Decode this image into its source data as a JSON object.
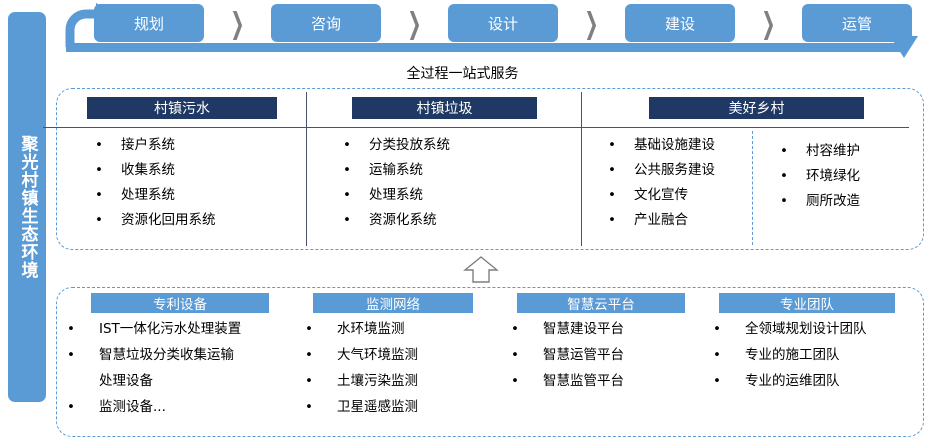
{
  "left_banner": {
    "text": "聚光村镇生态环境"
  },
  "flow": {
    "steps": [
      {
        "label": "规划"
      },
      {
        "label": "咨询"
      },
      {
        "label": "设计"
      },
      {
        "label": "建设"
      },
      {
        "label": "运管"
      }
    ],
    "separator": "❯",
    "loop_icon": "circular-loop-arrow",
    "subtitle": "全过程一站式服务"
  },
  "middle_panel": {
    "columns": [
      {
        "header": "村镇污水",
        "items": [
          "接户系统",
          "收集系统",
          "处理系统",
          "资源化回用系统"
        ]
      },
      {
        "header": "村镇垃圾",
        "items": [
          "分类投放系统",
          "运输系统",
          "处理系统",
          "资源化系统"
        ]
      },
      {
        "header": "美好乡村",
        "items": [
          "基础设施建设",
          "公共服务建设",
          "文化宣传",
          "产业融合"
        ],
        "items2": [
          "村容维护",
          "环境绿化",
          "厕所改造"
        ]
      }
    ],
    "bullet": "•"
  },
  "connector": {
    "icon": "up-arrow-outline"
  },
  "bottom_panel": {
    "columns": [
      {
        "header": "专利设备",
        "items": [
          "IST一体化污水处理装置",
          "智慧垃圾分类收集运输",
          "处理设备",
          "监测设备..."
        ],
        "bulleted": [
          true,
          true,
          false,
          true
        ]
      },
      {
        "header": "监测网络",
        "items": [
          "水环境监测",
          "大气环境监测",
          "土壤污染监测",
          "卫星遥感监测"
        ],
        "bulleted": [
          true,
          true,
          true,
          true
        ]
      },
      {
        "header": "智慧云平台",
        "items": [
          "智慧建设平台",
          "智慧运管平台",
          "智慧监管平台"
        ],
        "bulleted": [
          true,
          true,
          true
        ]
      },
      {
        "header": "专业团队",
        "items": [
          "全领域规划设计团队",
          "专业的施工团队",
          "专业的运维团队"
        ],
        "bulleted": [
          true,
          true,
          true
        ]
      }
    ],
    "bullet": "•"
  },
  "colors": {
    "accent_blue": "#5B9BD5",
    "dark_navy": "#1F3864",
    "chevron_gray": "#808080",
    "text": "#000000"
  }
}
